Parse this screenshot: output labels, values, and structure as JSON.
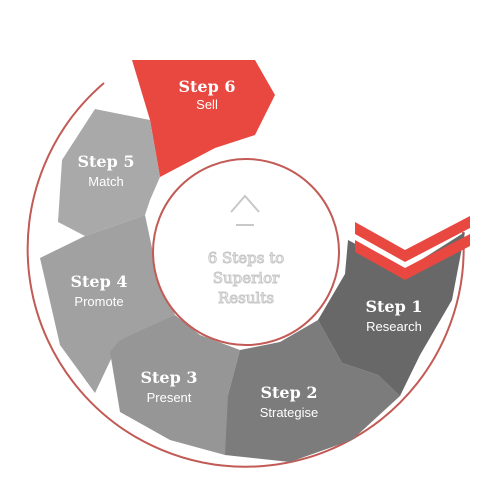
{
  "center": {
    "line1": "6 Steps to",
    "line2": "Superior",
    "line3": "Results"
  },
  "steps": [
    {
      "title": "Step 1",
      "label": "Research"
    },
    {
      "title": "Step 2",
      "label": "Strategise"
    },
    {
      "title": "Step 3",
      "label": "Present"
    },
    {
      "title": "Step 4",
      "label": "Promote"
    },
    {
      "title": "Step 5",
      "label": "Match"
    },
    {
      "title": "Step 6",
      "label": "Sell"
    }
  ],
  "icons": {
    "center": "chevron-up-icon",
    "arrow": "double-chevron-down-icon"
  },
  "colors": {
    "accent": "#e8483f",
    "dark_gray": "#6b6b6b",
    "mid_gray": "#8c8c8c",
    "light_gray": "#a9a9a9",
    "outline": "#c25a55"
  }
}
